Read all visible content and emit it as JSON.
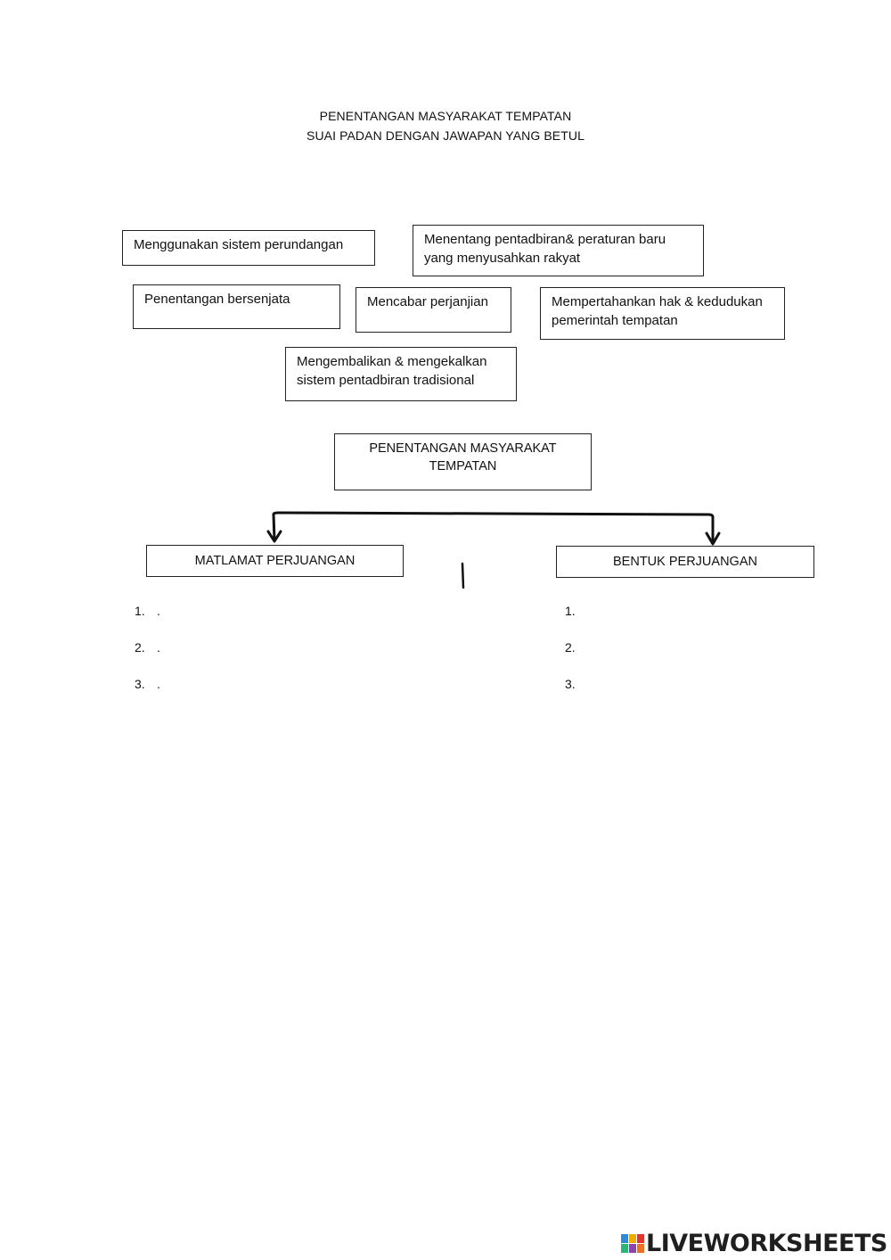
{
  "header": {
    "title": "PENENTANGAN MASYARAKAT TEMPATAN",
    "instruction": "SUAI PADAN DENGAN JAWAPAN YANG BETUL"
  },
  "options": [
    {
      "text": "Menggunakan sistem perundangan"
    },
    {
      "text": "Menentang pentadbiran& peraturan baru yang menyusahkan rakyat"
    },
    {
      "text": "Penentangan bersenjata"
    },
    {
      "text": "Mencabar perjanjian"
    },
    {
      "text": "Mempertahankan hak & kedudukan pemerintah tempatan"
    },
    {
      "text": "Mengembalikan & mengekalkan sistem pentadbiran tradisional"
    }
  ],
  "diagram": {
    "center_label": "PENENTANGAN MASYARAKAT TEMPATAN",
    "left_heading": "MATLAMAT PERJUANGAN",
    "right_heading": "BENTUK PERJUANGAN"
  },
  "answers_left": [
    {
      "num": "1.",
      "value": "."
    },
    {
      "num": "2.",
      "value": "."
    },
    {
      "num": "3.",
      "value": "."
    }
  ],
  "answers_right": [
    {
      "num": "1.",
      "value": ""
    },
    {
      "num": "2.",
      "value": ""
    },
    {
      "num": "3.",
      "value": ""
    }
  ],
  "footer": {
    "brand": "LIVEWORKSHEETS",
    "logo_colors": [
      "#2e8bd8",
      "#f2a900",
      "#e3342f",
      "#2bb673",
      "#8e44ad",
      "#f36f21"
    ]
  }
}
